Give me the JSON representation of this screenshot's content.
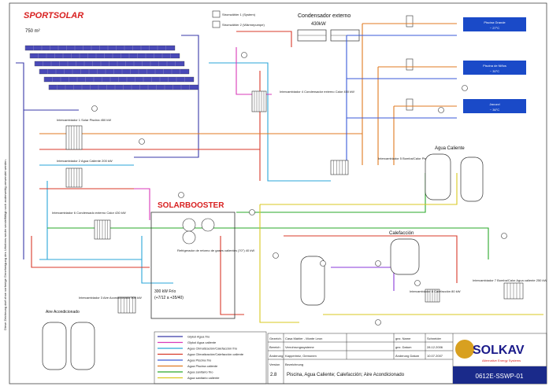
{
  "brand": {
    "sportsolar": "SPORTSOLAR",
    "solarbooster": "SOLARBOOSTER",
    "solkav": "SOLKAV",
    "solkav_tagline": "Alternative Energy Systems"
  },
  "colors": {
    "solar": "#3a3aa8",
    "cold": "#2aa6d8",
    "hot": "#d83a2a",
    "warm": "#e07a20",
    "green": "#2aa82a",
    "yellow": "#d8c820",
    "pool": "#3a5ad8"
  },
  "texts": {
    "collector_area": "750 m²",
    "stromzaehler1": "Stromzähler 1 (System)",
    "stromzaehler2": "Stromzähler 2 (Wärmepumpe)",
    "condensador": "Condensador externo",
    "condensador_kw": "430kW",
    "pool1": "Piscina Grande",
    "pool1_temp": "~ 27°C",
    "pool2": "Piscina de Niños",
    "pool2_temp": "~ 30°C",
    "pool3": "Jacuzzi",
    "pool3_temp": "~ 36°C",
    "agua_caliente": "Agua Caliente",
    "calefaccion": "Calefacción",
    "aire": "Aire Acondicionado",
    "ic1": "Intercambiador 1 Solar Piscina 450 kW",
    "ic2": "Intercambiador 2 Agua Caliente 200 kW",
    "ic3": "Intercambiador 3 Aire Acondicionado 300 kW",
    "ic4": "Intercambiador 4 Condensador externo Calor 450 kW",
    "ic5": "Intercambiador 5 Bomba/Calor Piscina 320 kW",
    "ic6": "Intercambiador 6 Condensado externo Calor 430 kW",
    "ic7": "Intercambiador 7 Bomba/Calor Agua caliente 250 kW",
    "ic8": "Intercambiador 8 Calefacción 80 kW",
    "refrigerador": "Refrigerador de retorno de gases calientes (70°) 40 kW",
    "frio": "300 kW Frío",
    "frio_temp": "(+7/12 a +35/40)",
    "sidebar": "Diese Zeichnung darf ohne vorherige Genehmigung des Urhebers weder vervielfältigt noch anderweitig verwendet werden."
  },
  "legend": [
    {
      "label": "Glykol Agua frío",
      "color": "#3a3aa8"
    },
    {
      "label": "Glykol Agua caliente",
      "color": "#d83ab8"
    },
    {
      "label": "Agua Climatización/Calefacción frío",
      "color": "#2aa6d8"
    },
    {
      "label": "Agua Climatización/Calefacción caliente",
      "color": "#d83a2a"
    },
    {
      "label": "Agua Piscina frío",
      "color": "#3a5ad8"
    },
    {
      "label": "Agua Piscina caliente",
      "color": "#e07a20"
    },
    {
      "label": "Agua sanitario frío",
      "color": "#2aa82a"
    },
    {
      "label": "Agua sanitario caliente",
      "color": "#d8c820"
    }
  ],
  "titleblock": {
    "r1": [
      "Gezeich.",
      "Casa Mahler - Monte Leon",
      "gez. Name",
      "Schneider"
    ],
    "r2": [
      "Bereich",
      "Verrohrungssysteme",
      "gez. Datum",
      "28.12.2006"
    ],
    "r3": [
      "Änderung",
      "Kapperimiz, Gemonen",
      "Änderung Datum",
      "10.07.2007"
    ],
    "version_label": "Version",
    "desc_label": "Bezeichnung",
    "version": "2.8",
    "title": "Piscina, Agua Caliente; Calefacción; Aire Acondicionado",
    "drawing_no": "0612E-SSWP-01"
  }
}
